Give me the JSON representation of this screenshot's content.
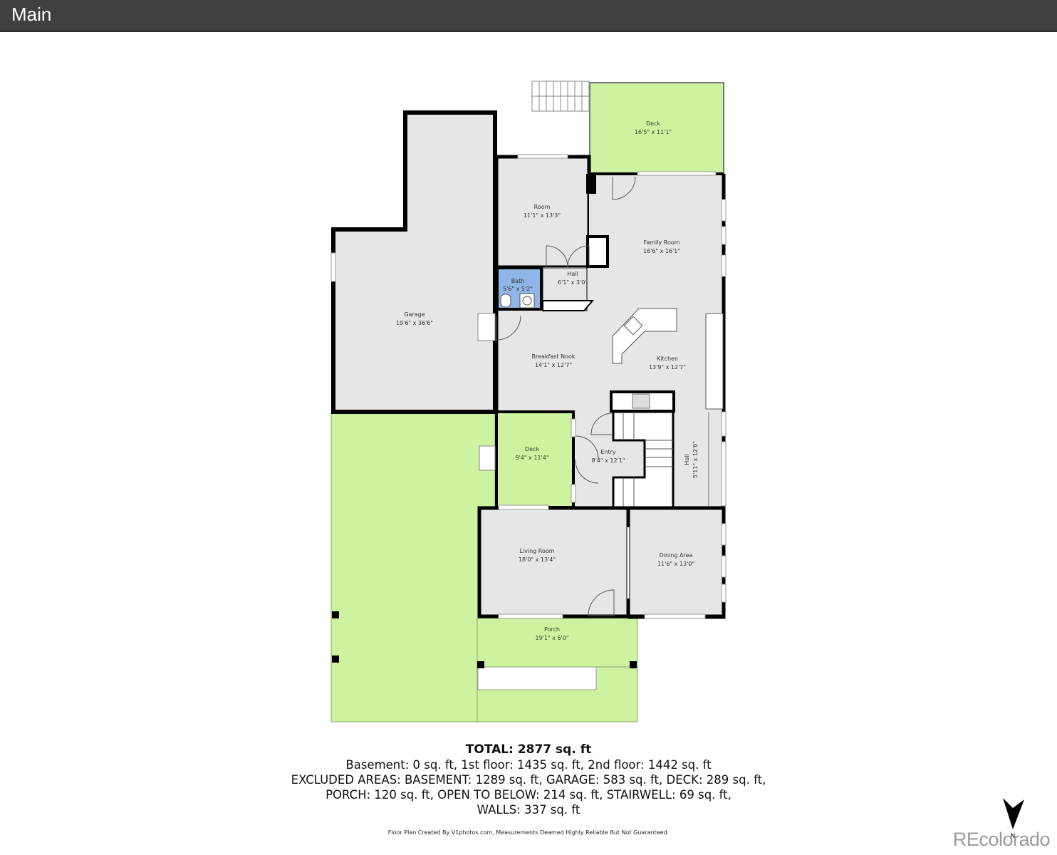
{
  "header": {
    "title": "Main"
  },
  "colors": {
    "interior": "#e6e6e6",
    "deck": "#cdf2a0",
    "bath": "#8fb6e6",
    "wall": "#000000",
    "title_bar": "#404040"
  },
  "rooms": [
    {
      "name": "Deck",
      "dims": "16'5\" x 11'1\"",
      "type": "deck"
    },
    {
      "name": "Room",
      "dims": "11'1\" x 13'3\"",
      "type": "interior"
    },
    {
      "name": "Family Room",
      "dims": "16'6\" x 16'1\"",
      "type": "interior"
    },
    {
      "name": "Hall",
      "dims": "6'1\" x 3'0\"",
      "type": "interior"
    },
    {
      "name": "Bath",
      "dims": "5'6\" x 5'2\"",
      "type": "bath"
    },
    {
      "name": "Garage",
      "dims": "19'6\" x 36'6\"",
      "type": "interior"
    },
    {
      "name": "Breakfast Nook",
      "dims": "14'1\" x 12'7\"",
      "type": "interior"
    },
    {
      "name": "Kitchen",
      "dims": "13'9\" x 12'7\"",
      "type": "interior"
    },
    {
      "name": "Deck",
      "dims": "9'4\" x 11'4\"",
      "type": "deck"
    },
    {
      "name": "Entry",
      "dims": "8'4\" x 12'1\"",
      "type": "interior"
    },
    {
      "name": "Hall",
      "dims": "5'11\" x 12'0\"",
      "type": "interior"
    },
    {
      "name": "Living Room",
      "dims": "18'0\" x 13'4\"",
      "type": "interior"
    },
    {
      "name": "Dining Area",
      "dims": "11'6\" x 13'0\"",
      "type": "interior"
    },
    {
      "name": "Porch",
      "dims": "19'1\" x 6'0\"",
      "type": "deck"
    }
  ],
  "summary": {
    "total": "TOTAL: 2877 sq. ft",
    "floors": "Basement: 0 sq. ft, 1st floor: 1435 sq. ft, 2nd floor: 1442 sq. ft",
    "excluded_1": "EXCLUDED AREAS: BASEMENT: 1289 sq. ft, GARAGE: 583 sq. ft, DECK: 289 sq. ft,",
    "excluded_2": "PORCH: 120 sq. ft, OPEN TO BELOW: 214 sq. ft, STAIRWELL: 69 sq. ft,",
    "excluded_3": "WALLS: 337 sq. ft"
  },
  "credit": "Floor Plan Created By V1photos.com, Measurements Deamed Highly Reliable But Not Guaranteed.",
  "compass": {
    "label": "N",
    "icon": "north-arrow-icon"
  },
  "watermark": "REcolorado"
}
